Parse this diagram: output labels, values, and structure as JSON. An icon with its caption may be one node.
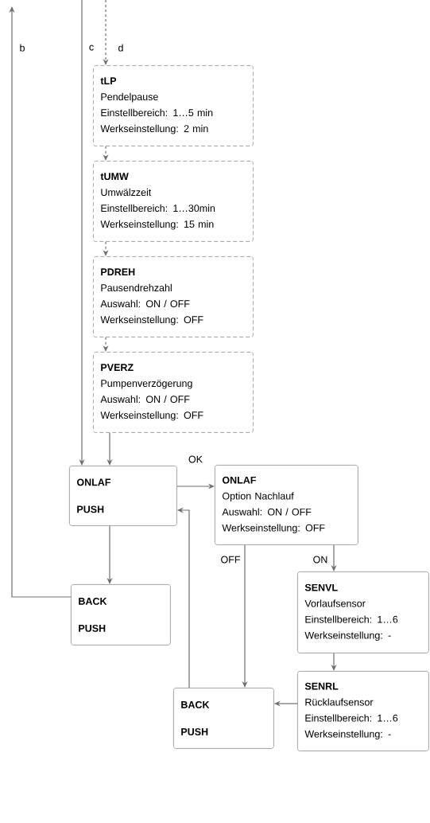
{
  "diagram": {
    "nodes": [
      {
        "text": [
          "tLP",
          "Pendelpause",
          "Einstellbereich: 1…5 min",
          "Werkseinstellung: 2 min"
        ]
      },
      {
        "text": [
          "tUMW",
          "Umwälzzeit",
          "Einstellbereich: 1…30min",
          "Werkseinstellung: 15 min"
        ]
      },
      {
        "text": [
          "PDREH",
          "Pausendrehzahl",
          "Auswahl: ON / OFF",
          "Werkseinstellung: OFF"
        ]
      },
      {
        "text": [
          "PVERZ",
          "Pumpenverzögerung",
          "Auswahl: ON / OFF",
          "Werkseinstellung: OFF"
        ]
      },
      {
        "text": [
          "ONLAF",
          "PUSH"
        ]
      },
      {
        "text": [
          "ONLAF",
          "Option Nachlauf",
          "Auswahl: ON / OFF",
          "Werkseinstellung: OFF"
        ]
      },
      {
        "text": [
          "BACK",
          "PUSH"
        ]
      },
      {
        "text": [
          "SENVL",
          "Vorlaufsensor",
          "Einstellbereich: 1…6",
          "Werkseinstellung: -"
        ]
      },
      {
        "text": [
          "SENRL",
          "Rücklaufsensor",
          "Einstellbereich: 1…6",
          "Werkseinstellung: -"
        ]
      },
      {
        "text": [
          "BACK",
          "PUSH"
        ]
      }
    ],
    "edges": [
      {
        "from": null,
        "to": 0,
        "arrow": "to",
        "style": "dashed",
        "label": "d"
      },
      {
        "from": 0,
        "to": 1,
        "arrow": "to",
        "style": "dashed"
      },
      {
        "from": 1,
        "to": 2,
        "arrow": "to",
        "style": "dashed"
      },
      {
        "from": 2,
        "to": 3,
        "arrow": "to",
        "style": "dashed"
      },
      {
        "from": 3,
        "to": 4,
        "arrow": "to"
      },
      {
        "from": null,
        "to": 4,
        "arrow": "to",
        "label": "c"
      },
      {
        "from": 4,
        "to": 5,
        "arrow": "to",
        "label": "OK"
      },
      {
        "from": 4,
        "to": 6,
        "arrow": "to"
      },
      {
        "from": 6,
        "to": null,
        "arrow": "to",
        "label": "b"
      },
      {
        "from": 5,
        "to": 9,
        "arrow": "to",
        "label": "OFF"
      },
      {
        "from": 5,
        "to": 7,
        "arrow": "to",
        "label": "ON"
      },
      {
        "from": 7,
        "to": 8,
        "arrow": "to"
      },
      {
        "from": 8,
        "to": 9,
        "arrow": "to"
      },
      {
        "from": 9,
        "to": 4,
        "arrow": "to"
      }
    ]
  }
}
